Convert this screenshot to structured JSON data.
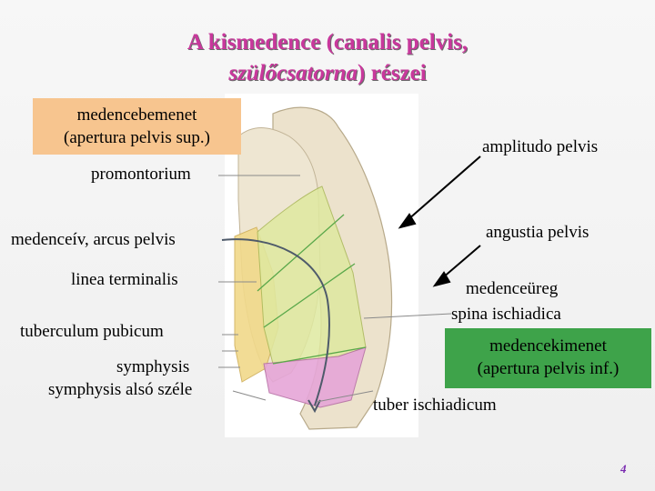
{
  "title": {
    "line1": "A kismedence (canalis pelvis,",
    "line2_italic": "szülőcsatorna",
    "line2_rest": ") részei"
  },
  "labels": {
    "inlet_line1": "medencebemenet",
    "inlet_line2": "(apertura pelvis sup.)",
    "promontorium": "promontorium",
    "arcus": "medenceív, arcus pelvis",
    "linea": "linea terminalis",
    "tuberculum": "tuberculum pubicum",
    "symphysis": "symphysis",
    "symphysis_lower": "symphysis alsó széle",
    "amplitudo": "amplitudo pelvis",
    "angustia": "angustia pelvis",
    "cavity": "medenceüreg",
    "spina": "spina ischiadica",
    "outlet_line1": "medencekimenet",
    "outlet_line2": "(apertura pelvis inf.)",
    "tuber": "tuber ischiadicum"
  },
  "page_number": "4",
  "colors": {
    "title": "#c8389c",
    "inlet_box": "#f7c58f",
    "outlet_box": "#3ea34a",
    "cavity_fill": "#dfe9a0",
    "outlet_fill": "#e6a6d8",
    "pubic_fill": "#f1d98a"
  }
}
